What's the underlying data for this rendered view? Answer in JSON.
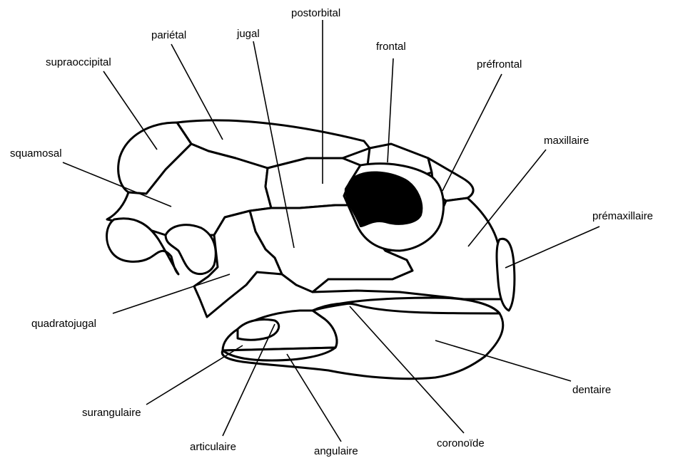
{
  "colors": {
    "outline": "#000000",
    "background": "#ffffff",
    "orbit": "#000000"
  },
  "labels": {
    "postorbital": "postorbital",
    "parietal": "pariétal",
    "jugal": "jugal",
    "frontal": "frontal",
    "prefrontal": "préfrontal",
    "supraoccipital": "supraoccipital",
    "maxillaire": "maxillaire",
    "squamosal": "squamosal",
    "premaxillaire": "prémaxillaire",
    "quadratojugal": "quadratojugal",
    "dentaire": "dentaire",
    "surangulaire": "surangulaire",
    "articulaire": "articulaire",
    "angulaire": "angulaire",
    "coronoide": "coronoïde"
  }
}
